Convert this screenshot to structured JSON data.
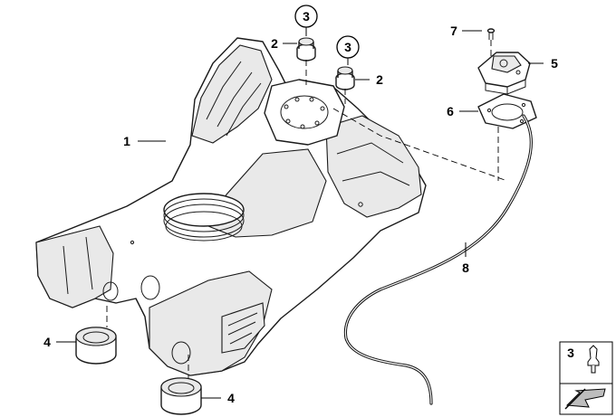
{
  "callouts": {
    "tank": "1",
    "damper_a": "2",
    "damper_b": "2",
    "grommet_a": "3",
    "grommet_b": "3",
    "rubber_a": "4",
    "rubber_b": "4",
    "pump_unit": "5",
    "gasket": "6",
    "screw": "7",
    "breather_hose": "8"
  },
  "legend": {
    "label": "3"
  }
}
